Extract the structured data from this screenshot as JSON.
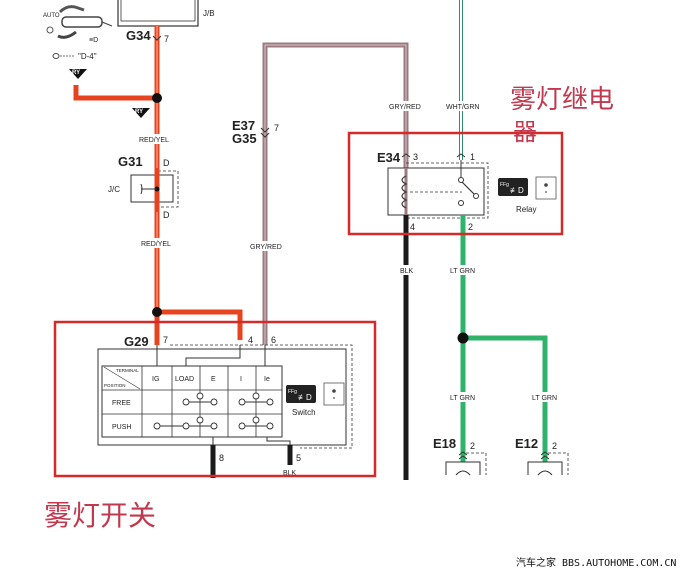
{
  "title": "Fog lamp circuit wiring diagram",
  "annotations": {
    "relay_cn": [
      "雾灯继电",
      "器"
    ],
    "switch_cn": "雾灯开关"
  },
  "watermark": "汽车之家 BBS.AUTOHOME.COM.CN",
  "components": {
    "jb": {
      "label": "J/B",
      "connector": "G34",
      "pin": "7"
    },
    "combination_switch": {
      "mode_label": "\"D-4\"",
      "badge": "RY"
    },
    "junction": {
      "connector": "G31",
      "label": "J/C",
      "pin_top": "D",
      "pin_bottom": "D"
    },
    "inline_connector": {
      "top": "E37",
      "bottom": "G35",
      "pin": "7"
    },
    "relay": {
      "connector": "E34",
      "pin_coil_in": "3",
      "pin_switch_in": "1",
      "pin_coil_out": "4",
      "pin_switch_out": "2",
      "caption": "Relay"
    },
    "switch": {
      "connector": "G29",
      "pins": {
        "ig": "7",
        "load": "4",
        "ie": "6",
        "ground": "8",
        "out": "5"
      },
      "caption": "Switch",
      "table": {
        "corner_top": "TERMINAL",
        "corner_bottom": "POSITION",
        "columns": [
          "IG",
          "LOAD",
          "E",
          "I",
          "Ie"
        ],
        "rows": [
          "FREE",
          "PUSH"
        ]
      }
    },
    "fog_left": {
      "connector": "E18",
      "pin": "2"
    },
    "fog_right": {
      "connector": "E12",
      "pin": "2"
    }
  },
  "wires": {
    "red_yel_1": "RED/YEL",
    "red_yel_2": "RED/YEL",
    "gry_red_1": "GRY/RED",
    "gry_red_2": "GRY/RED",
    "wht_grn": "WHT/GRN",
    "blk_relay": "BLK",
    "blk_switch": "BLK",
    "lt_grn_1": "LT GRN",
    "lt_grn_2": "LT GRN",
    "lt_grn_3": "LT GRN"
  },
  "colors": {
    "red_yel": "#e8431f",
    "gry_red": "#9b7a80",
    "lt_grn": "#2fb36b",
    "blk": "#1a1a1a",
    "highlight_box": "#d42a2a",
    "annotation_text": "#c0394e"
  }
}
